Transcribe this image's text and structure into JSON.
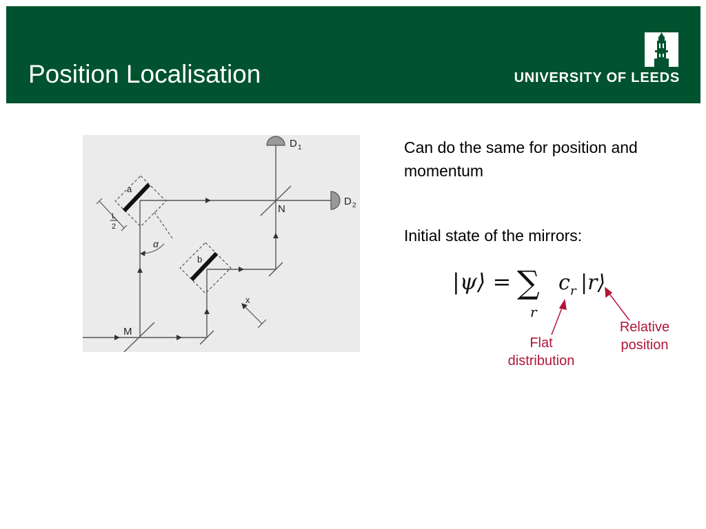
{
  "slide": {
    "title": "Position Localisation",
    "university": "UNIVERSITY OF LEEDS",
    "bullets": [
      "Can do the same for position and momentum",
      "Initial state of the mirrors:"
    ]
  },
  "diagram": {
    "labels": {
      "mirror_a": "a",
      "mirror_b": "b",
      "beamsplitter_m": "M",
      "beamsplitter_n": "N",
      "detector_1": "D",
      "detector_1_sub": "1",
      "detector_2": "D",
      "detector_2_sub": "2",
      "displacement": "x",
      "angle": "α",
      "half_length_num": "L",
      "half_length_den": "2"
    }
  },
  "formula": {
    "lhs": "|ψ⟩ =",
    "sum_symbol": "∑",
    "sum_index": "r",
    "coefficient": "c",
    "coefficient_sub": "r",
    "ket": "|r⟩"
  },
  "annotations": {
    "flat": [
      "Flat",
      "distribution"
    ],
    "relative": [
      "Relative",
      "position"
    ]
  },
  "colors": {
    "header_green": "#00532e",
    "annotation_red": "#b0163a",
    "diagram_bg": "#ebebeb"
  }
}
